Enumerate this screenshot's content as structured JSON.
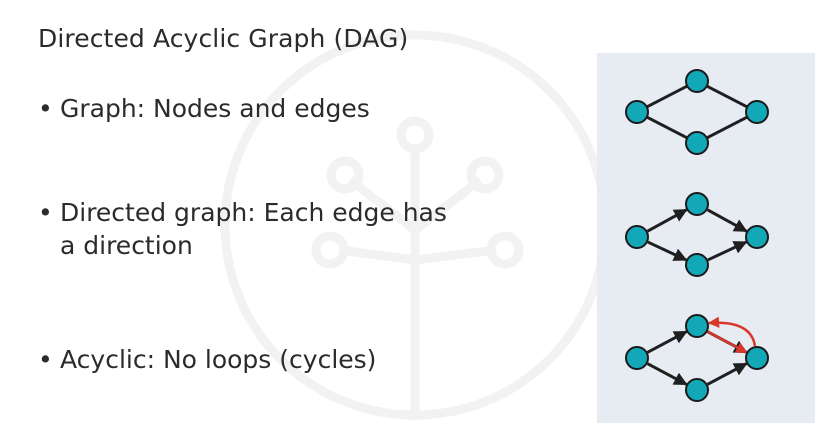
{
  "slide": {
    "title": "Directed Acyclic Graph (DAG)",
    "bullet_symbol": "•",
    "bullets": [
      {
        "id": "graph",
        "lines": [
          "Graph: Nodes and edges"
        ]
      },
      {
        "id": "directed",
        "lines": [
          "Directed graph: Each edge has",
          "a direction"
        ]
      },
      {
        "id": "acyclic",
        "lines": [
          "Acyclic: No loops (cycles)"
        ]
      }
    ]
  },
  "diagram": {
    "panel_color": "#e7ebf2",
    "node_fill": "#12a8b8",
    "node_stroke": "#1a1a1a",
    "edge_color": "#1f1f1f",
    "cycle_color": "#d9372c",
    "graphs": [
      {
        "name": "graph-undirected",
        "directed": false,
        "edges": [
          [
            "left",
            "top"
          ],
          [
            "left",
            "bottom"
          ],
          [
            "top",
            "right"
          ],
          [
            "bottom",
            "right"
          ]
        ],
        "cycle": false
      },
      {
        "name": "graph-directed",
        "directed": true,
        "edges": [
          [
            "left",
            "top"
          ],
          [
            "left",
            "bottom"
          ],
          [
            "top",
            "right"
          ],
          [
            "bottom",
            "right"
          ]
        ],
        "cycle": false
      },
      {
        "name": "graph-with-cycle",
        "directed": true,
        "edges": [
          [
            "left",
            "top"
          ],
          [
            "left",
            "bottom"
          ],
          [
            "top",
            "right"
          ],
          [
            "bottom",
            "right"
          ]
        ],
        "cycle": true,
        "cycle_edges": [
          [
            "top",
            "right"
          ],
          [
            "right",
            "top"
          ]
        ]
      }
    ]
  }
}
